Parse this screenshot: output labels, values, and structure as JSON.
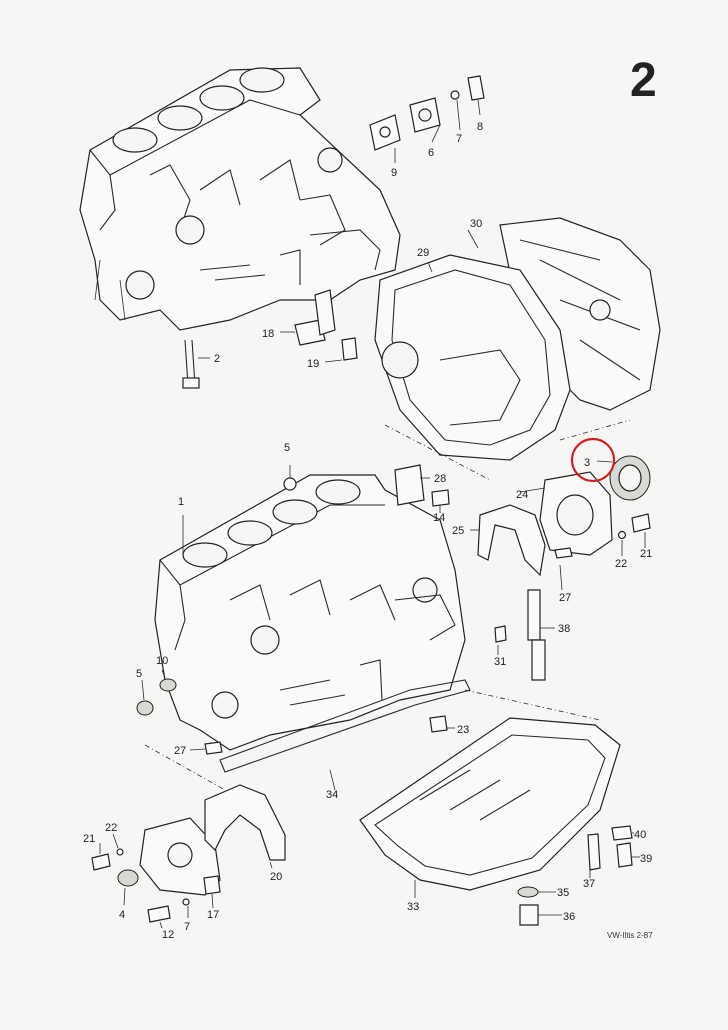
{
  "page_number": "2",
  "footer": "VW-Iltis 2-87",
  "highlight_color": "#d21f1f",
  "callouts": {
    "c2_top": "2",
    "c6": "6",
    "c7_top": "7",
    "c8": "8",
    "c9": "9",
    "c18": "18",
    "c19": "19",
    "c29": "29",
    "c30": "30",
    "c5_top": "5",
    "c28": "28",
    "c14": "14",
    "c1": "1",
    "c3": "3",
    "c24": "24",
    "c25": "25",
    "c21_right": "21",
    "c22_right": "22",
    "c27_right": "27",
    "c38": "38",
    "c31": "31",
    "c10": "10",
    "c5_left": "5",
    "c23": "23",
    "c27_left": "27",
    "c34": "34",
    "c40": "40",
    "c39": "39",
    "c37": "37",
    "c35": "35",
    "c36": "36",
    "c33": "33",
    "c21_left": "21",
    "c22_left": "22",
    "c20": "20",
    "c4": "4",
    "c12": "12",
    "c7_low": "7",
    "c17": "17"
  }
}
